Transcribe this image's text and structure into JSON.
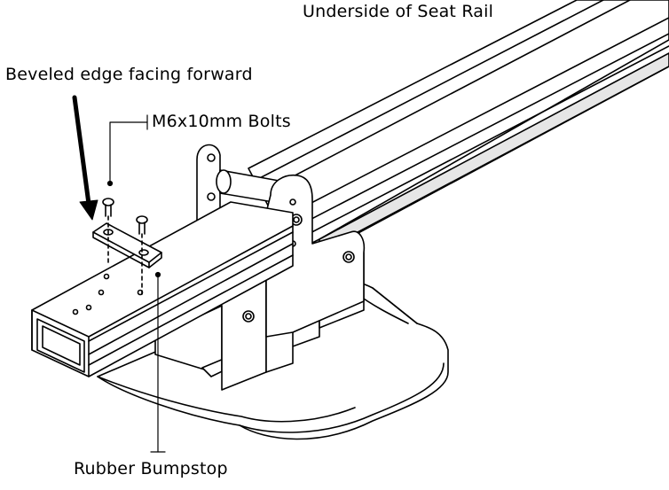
{
  "labels": {
    "seat_rail": "Underside of Seat Rail",
    "beveled_edge": "Beveled edge facing forward",
    "bolts": "M6x10mm Bolts",
    "bumpstop": "Rubber Bumpstop"
  },
  "colors": {
    "line": "#000000",
    "fill": "#ffffff",
    "shade": "#cfcfcf"
  }
}
